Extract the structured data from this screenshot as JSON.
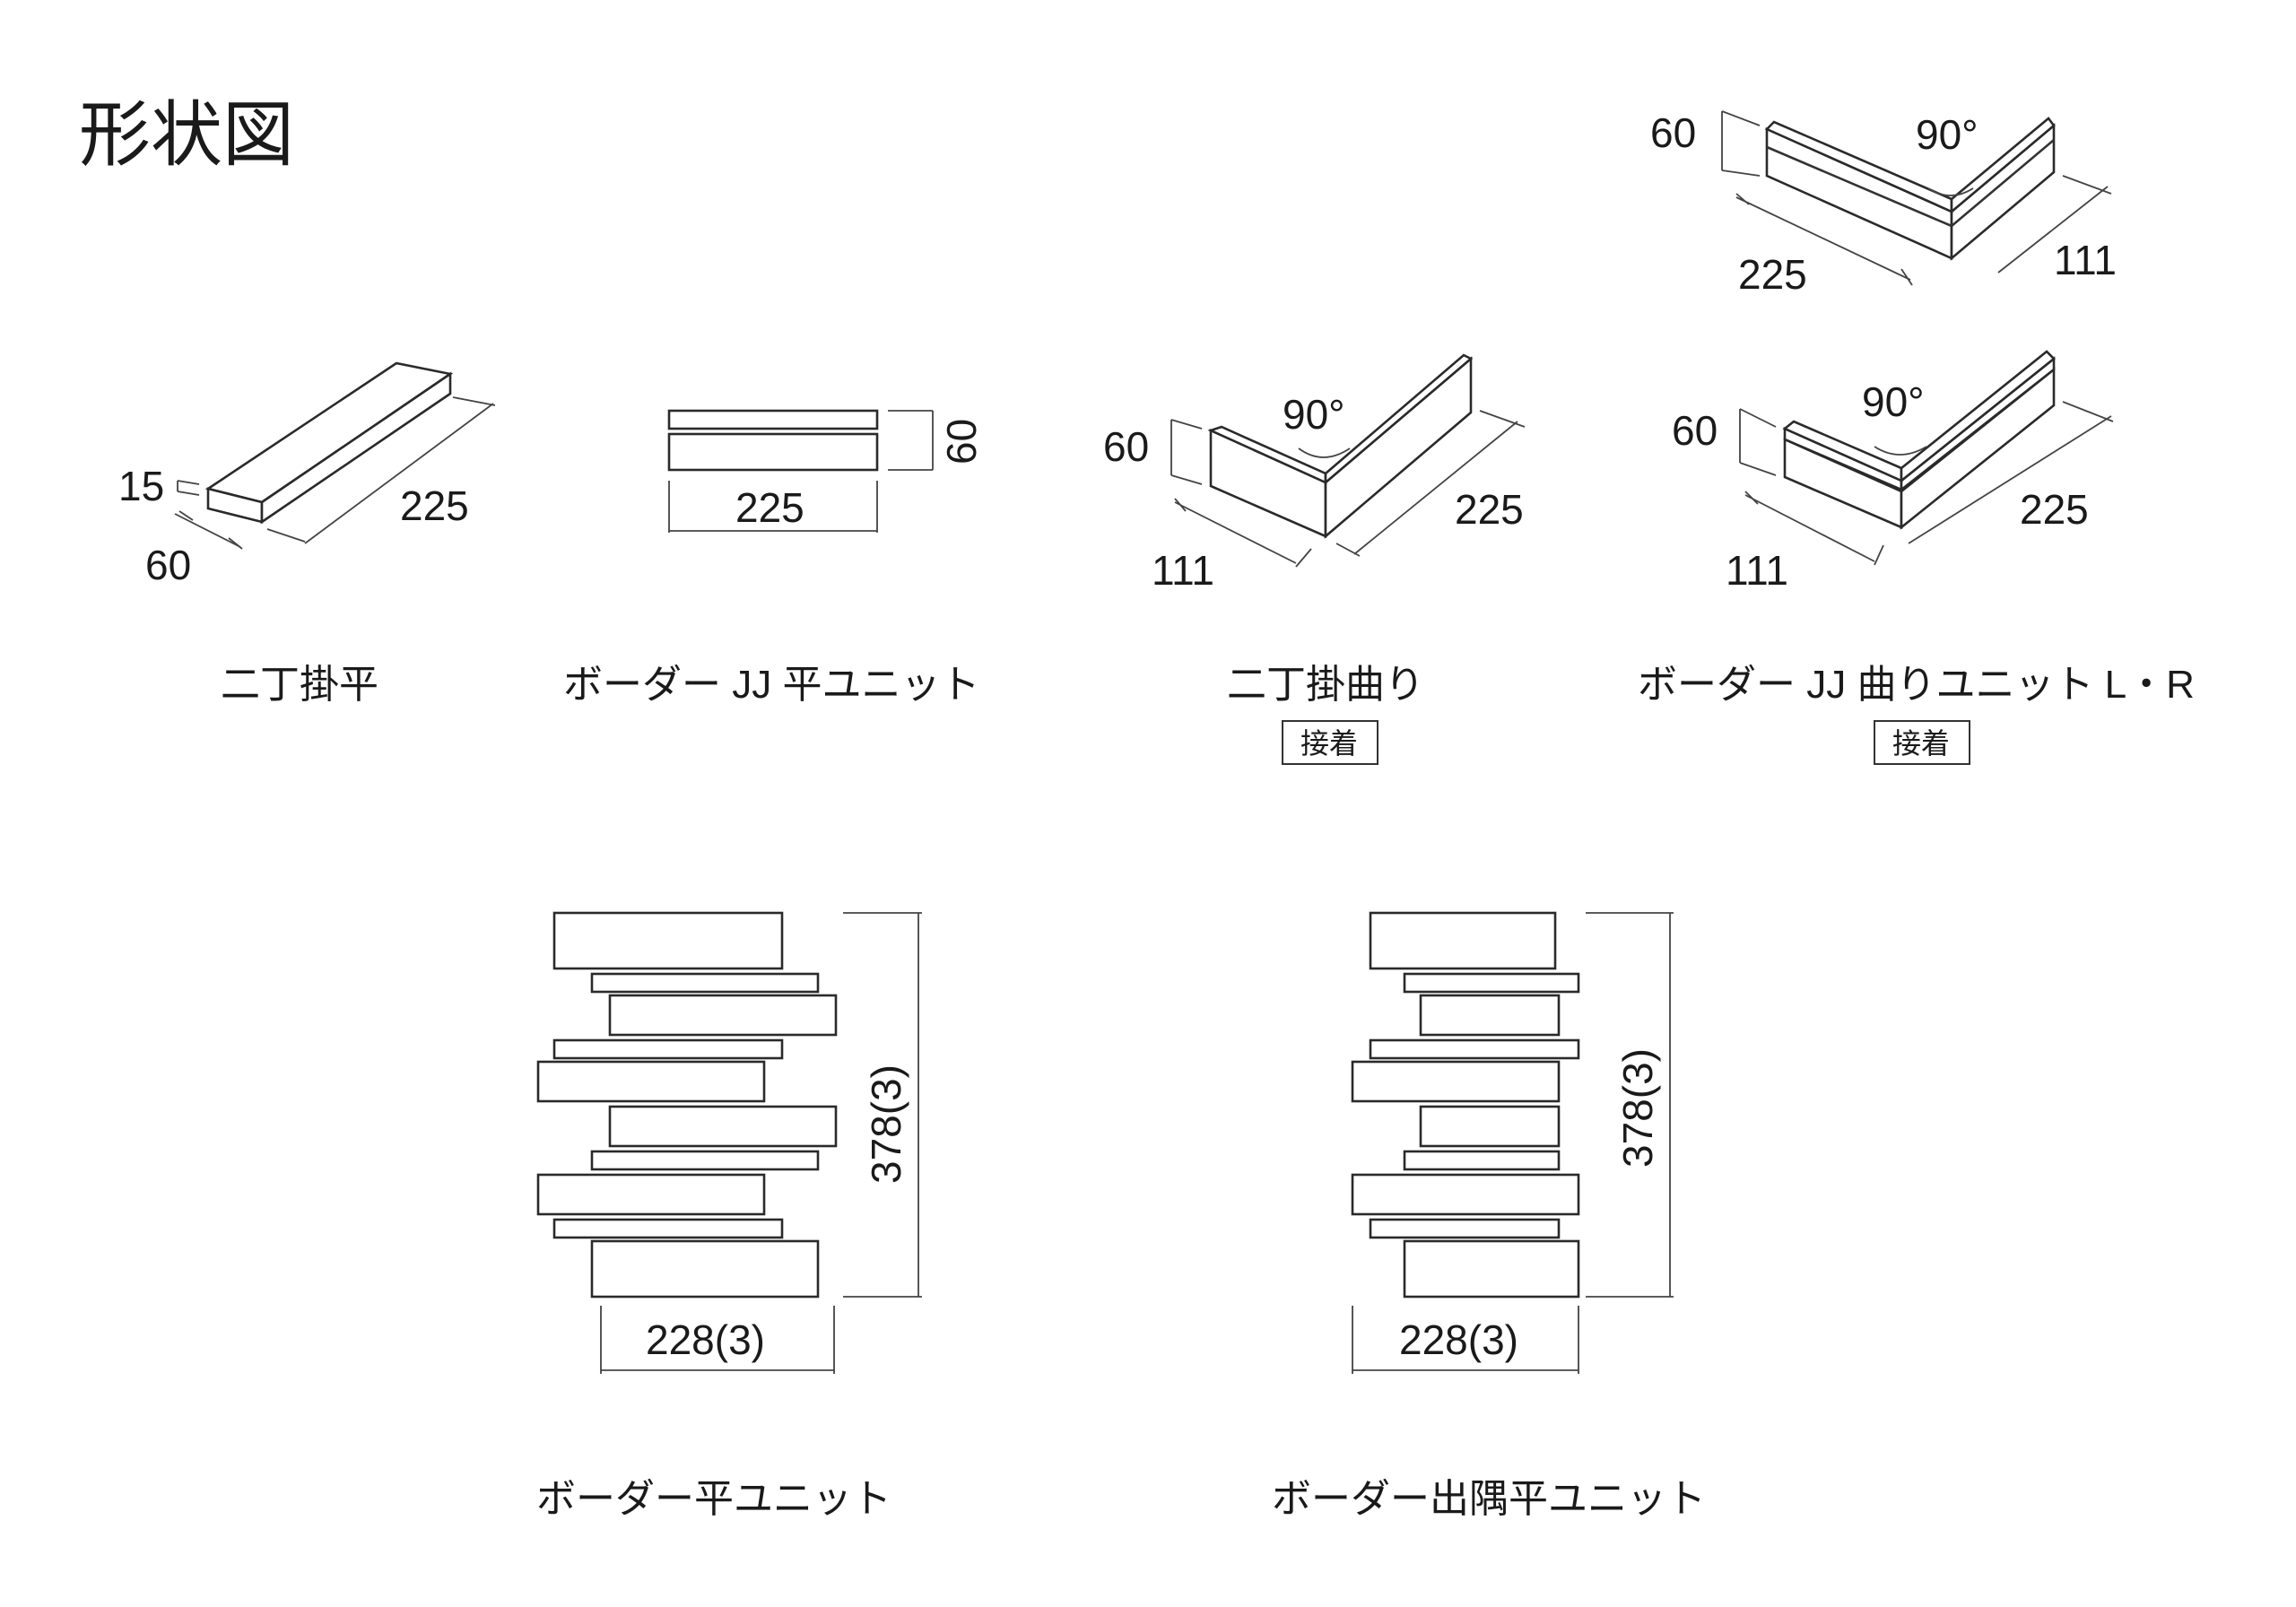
{
  "title": "形状図",
  "items": [
    {
      "caption": "二丁掛平",
      "dims": {
        "thickness": "15",
        "width": "60",
        "length": "225"
      }
    },
    {
      "caption": "ボーダー JJ 平ユニット",
      "dims": {
        "length": "225",
        "height": "60"
      }
    },
    {
      "caption": "二丁掛曲り",
      "badge": "接着",
      "dims": {
        "height": "60",
        "angle": "90°",
        "return": "111",
        "length": "225"
      }
    },
    {
      "caption": "ボーダー JJ 曲りユニット L・R",
      "badge": "接着",
      "dims": {
        "top_height": "60",
        "top_angle": "90°",
        "top_length": "225",
        "top_return": "111",
        "height": "60",
        "angle": "90°",
        "return": "111",
        "length": "225"
      }
    },
    {
      "caption": "ボーダー平ユニット",
      "dims": {
        "width": "228(3)",
        "height": "378(3)"
      }
    },
    {
      "caption": "ボーダー出隅平ユニット",
      "dims": {
        "width": "228(3)",
        "height": "378(3)"
      }
    }
  ]
}
